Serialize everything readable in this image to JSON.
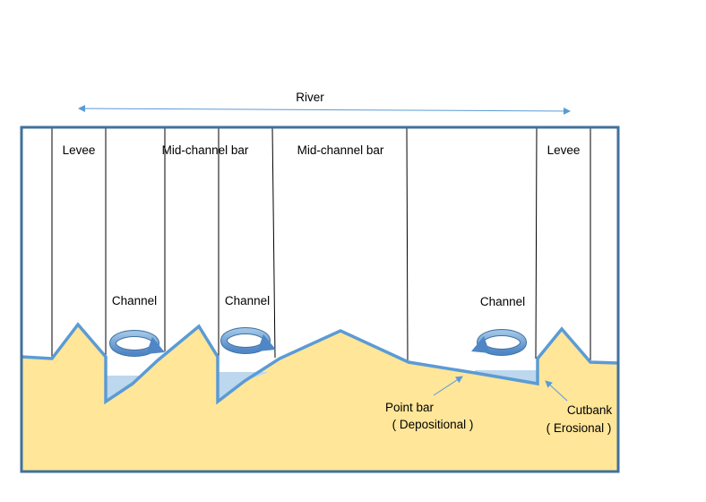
{
  "diagram": {
    "title": "River",
    "labels": {
      "levee_left": "Levee",
      "mid_channel_bar_1": "Mid-channel bar",
      "mid_channel_bar_2": "Mid-channel bar",
      "levee_right": "Levee",
      "channel_1": "Channel",
      "channel_2": "Channel",
      "channel_3": "Channel",
      "point_bar_line1": "Point bar",
      "point_bar_line2": "( Depositional )",
      "cutbank_line1": "Cutbank",
      "cutbank_line2": "( Erosional )"
    },
    "colors": {
      "frame": "#41719c",
      "ground_fill": "#ffe699",
      "profile_line": "#5b9bd5",
      "water": "#bdd7ee",
      "arrow": "#5b9bd5",
      "text": "#000000",
      "divider": "#000000"
    }
  }
}
